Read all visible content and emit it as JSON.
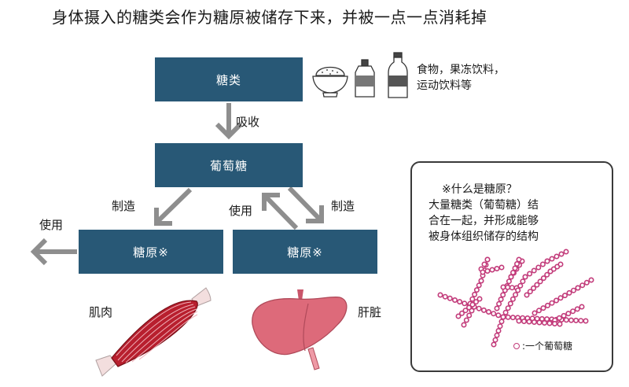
{
  "title": "身体摄入的糖类会作为糖原被储存下来，并被一点一点消耗掉",
  "boxes": {
    "sugar": "糖类",
    "glucose": "葡萄糖",
    "glycogen_muscle": "糖原※",
    "glycogen_liver": "糖原※"
  },
  "labels": {
    "absorb": "吸收",
    "make_left": "制造",
    "make_right": "制造",
    "use_left": "使用",
    "use_middle": "使用",
    "muscle": "肌肉",
    "liver": "肝脏"
  },
  "foods": {
    "line1": "食物，果冻饮料，",
    "line2": "运动饮料等"
  },
  "note": {
    "line1": "※什么是糖原？",
    "line2": "大量糖类（葡萄糖）结",
    "line3": "合在一起，并形成能够",
    "line4": "被身体组织储存的结构"
  },
  "legend": ":一个葡萄糖",
  "colors": {
    "box": "#285876",
    "arrow": "#8e8e8e",
    "glucose_dot": "#c23b7a",
    "muscle": "#b81f2e",
    "liver": "#dd6a7a"
  },
  "icons": [
    "rice-bowl-icon",
    "jelly-drink-icon",
    "bottle-icon",
    "muscle-icon",
    "liver-icon"
  ]
}
